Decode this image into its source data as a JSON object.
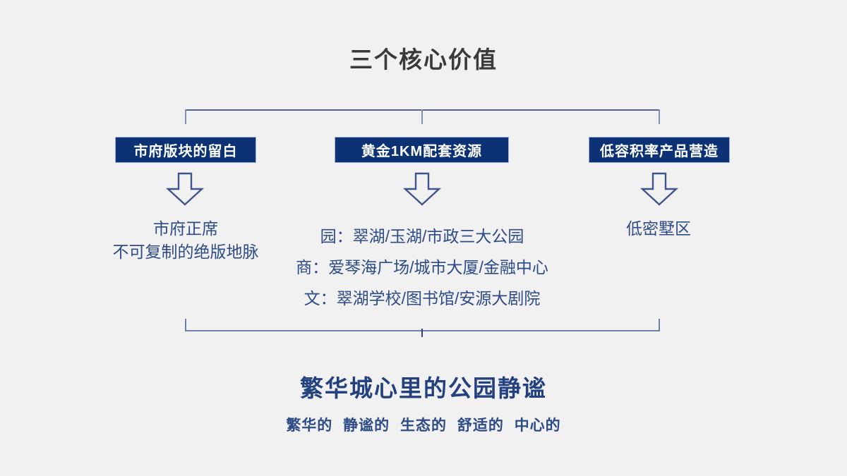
{
  "slide": {
    "background_color": "#f1f1f1",
    "title": "三个核心价值",
    "title_color": "#3a3a3a",
    "accent_color": "#0c3275",
    "text_color": "#2d4b86",
    "connector_color": "#4f6490"
  },
  "branches": [
    {
      "id": "branch-1",
      "pill_label": "市府版块的留白",
      "arrow_icon": "down-arrow-icon",
      "detail": "市府正席\n不可复制的绝版地脉"
    },
    {
      "id": "branch-2",
      "pill_label": "黄金1KM配套资源",
      "arrow_icon": "down-arrow-icon",
      "detail": "园：翠湖/玉湖/市政三大公园\n商：爱琴海广场/城市大厦/金融中心\n文：翠湖学校/图书馆/安源大剧院"
    },
    {
      "id": "branch-3",
      "pill_label": "低容积率产品营造",
      "arrow_icon": "down-arrow-icon",
      "detail": "低密墅区"
    }
  ],
  "footer": {
    "headline": "繁华城心里的公园静谧",
    "tags": [
      "繁华的",
      "静谧的",
      "生态的",
      "舒适的",
      "中心的"
    ],
    "tags_text": "繁华的  静谧的  生态的  舒适的  中心的"
  }
}
